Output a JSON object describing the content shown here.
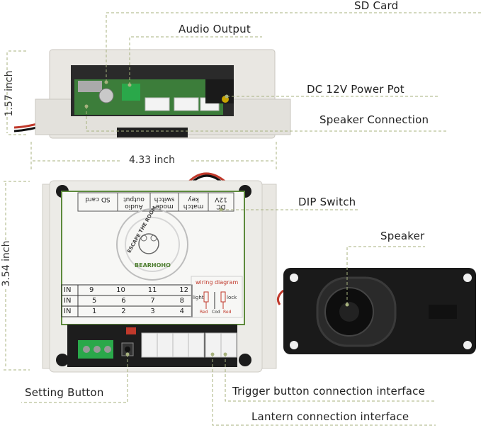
{
  "callouts": {
    "sd_card": "SD Card",
    "audio_output": "Audio Output",
    "dc_power": "DC 12V Power Pot",
    "speaker_connection": "Speaker Connection",
    "dip_switch": "DIP Switch",
    "speaker": "Speaker",
    "setting_button": "Setting Button",
    "trigger_interface": "Trigger button connection interface",
    "lantern_interface": "Lantern connection interface"
  },
  "dimensions": {
    "height_top": "1.57 inch",
    "width": "4.33 inch",
    "height_board": "3.54 inch"
  },
  "board": {
    "switch_labels": [
      "SD card",
      "Audio output",
      "mode switch",
      "match key",
      "DC 12V"
    ],
    "logo_text": "ESCAPE THE ROOM",
    "brand": "BEARHOHO",
    "wiring_title": "wiring diagram",
    "wiring_light": "light",
    "wiring_lock": "lock",
    "wiring_red_left": "Red",
    "wiring_cod": "Cod",
    "wiring_red_right": "Red",
    "table": {
      "row_label": "IN",
      "rows": [
        [
          "9",
          "10",
          "11",
          "12"
        ],
        [
          "5",
          "6",
          "7",
          "8"
        ],
        [
          "1",
          "2",
          "3",
          "4"
        ]
      ]
    }
  },
  "colors": {
    "callout_line": "#a7b27e",
    "board_border": "#5d8a3c",
    "housing": "#e9e7e2",
    "wiring_red": "#c0392b"
  }
}
